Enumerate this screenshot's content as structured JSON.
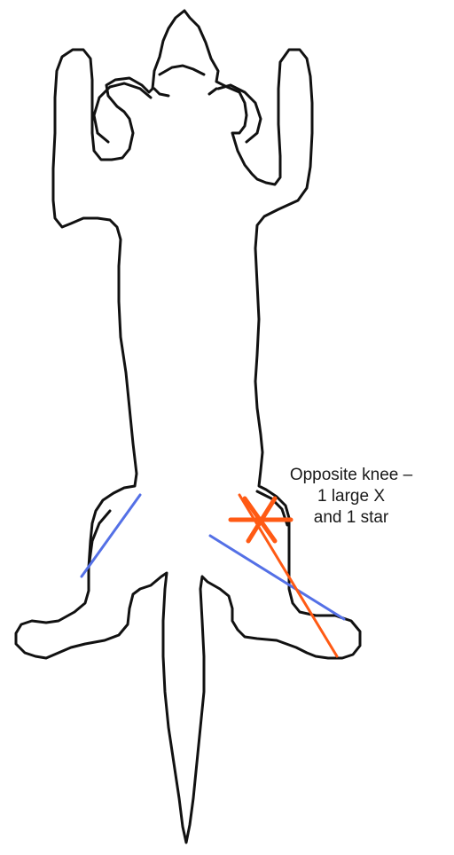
{
  "annotation": {
    "line1": "Opposite knee –",
    "line2": "1 large X",
    "line3": "and 1 star"
  },
  "colors": {
    "outline": "#111111",
    "blue_mark": "#5470e6",
    "orange_mark": "#ff5a14"
  }
}
